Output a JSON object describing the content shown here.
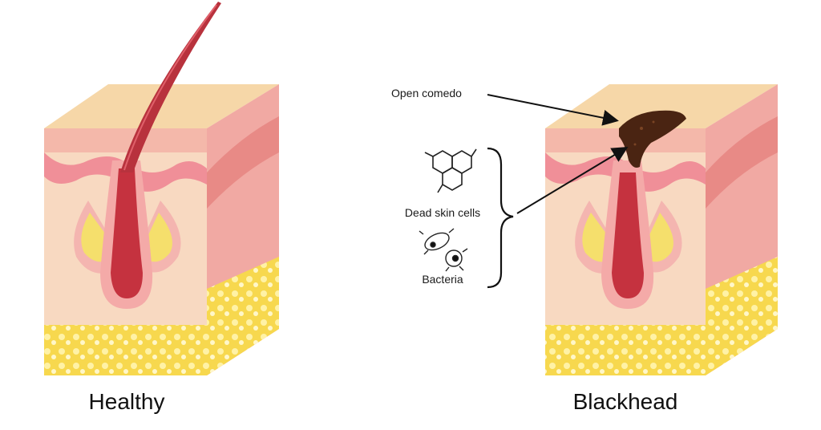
{
  "labels": {
    "healthy": "Healthy",
    "blackhead": "Blackhead",
    "open_comedo": "Open comedo",
    "dead_skin_cells": "Dead skin cells",
    "bacteria": "Bacteria"
  },
  "colors": {
    "epidermis_top": "#f6d7a8",
    "skin_pink": "#f2a8a0",
    "skin_light": "#f9d3c2",
    "dermis": "#f7dcc0",
    "fat": "#f7dc5c",
    "fat_bubble": "#fff4b0",
    "hair": "#b8323d",
    "hair_dark": "#8a1f2a",
    "side_dark": "#e88a86",
    "comedo": "#4a2412",
    "gland": "#f3e27a"
  }
}
